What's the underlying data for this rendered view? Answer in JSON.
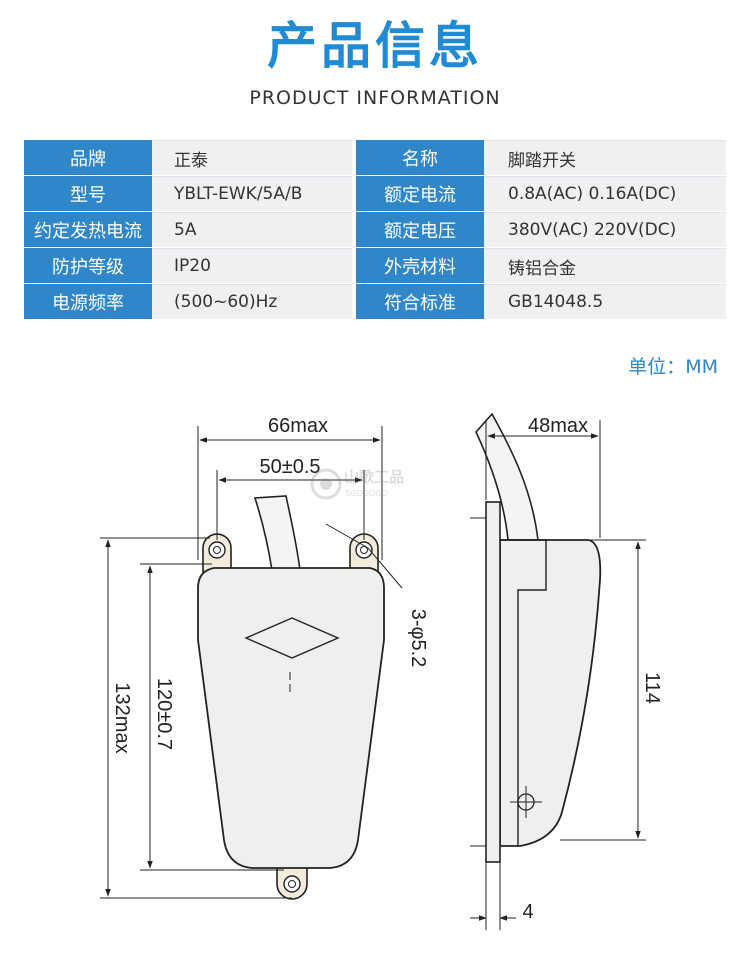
{
  "header": {
    "title_cn": "产品信息",
    "title_en": "PRODUCT INFORMATION"
  },
  "specs": {
    "left": [
      {
        "key": "品牌",
        "value": "正泰"
      },
      {
        "key": "型号",
        "value": "YBLT-EWK/5A/B"
      },
      {
        "key": "约定发热电流",
        "value": "5A"
      },
      {
        "key": "防护等级",
        "value": "IP20"
      },
      {
        "key": "电源频率",
        "value": "(500~60)Hz"
      }
    ],
    "right": [
      {
        "key": "名称",
        "value": "脚踏开关"
      },
      {
        "key": "额定电流",
        "value": "0.8A(AC)  0.16A(DC)"
      },
      {
        "key": "额定电压",
        "value": "380V(AC)  220V(DC)"
      },
      {
        "key": "外壳材料",
        "value": "铸铝合金"
      },
      {
        "key": "符合标准",
        "value": "GB14048.5"
      }
    ]
  },
  "unit_label": "单位：MM",
  "drawing": {
    "dims": {
      "front_width": "66max",
      "hole_spacing": "50±0.5",
      "hole_spec": "3-φ5.2",
      "inner_height": "120±0.7",
      "total_height": "132max",
      "side_depth": "48max",
      "side_height": "114",
      "plate_thickness": "4"
    },
    "watermark": {
      "cn": "山歌工品",
      "en": "SGOGOGO"
    }
  }
}
